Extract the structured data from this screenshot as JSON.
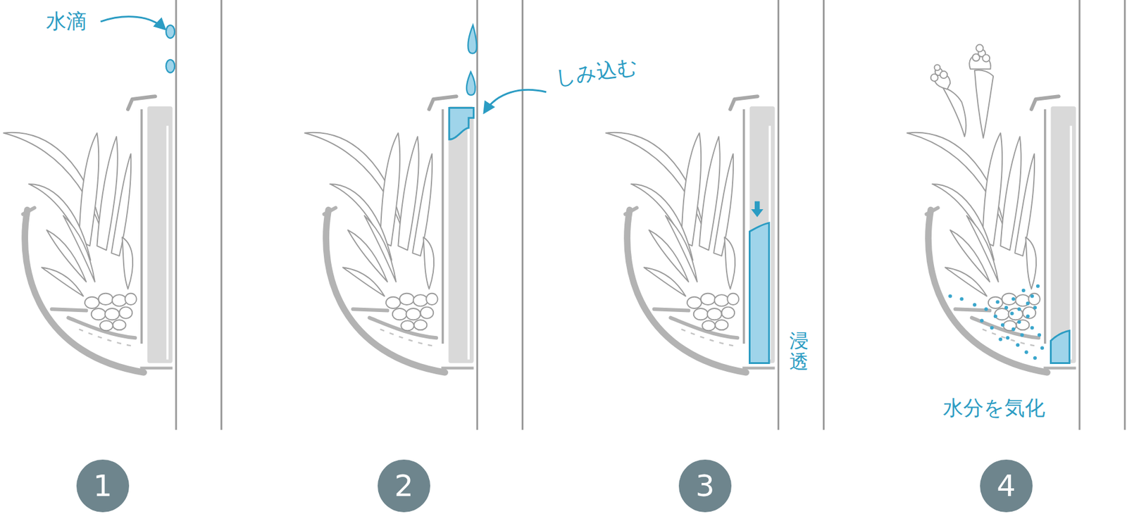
{
  "diagram": {
    "nodes": [
      {
        "text": [
          "1"
        ]
      },
      {
        "text": [
          "2"
        ]
      },
      {
        "text": [
          "3"
        ]
      },
      {
        "text": [
          "4"
        ]
      }
    ],
    "labels": [
      "水滴",
      "しみ込む",
      "浸透",
      "水分を気化"
    ]
  }
}
